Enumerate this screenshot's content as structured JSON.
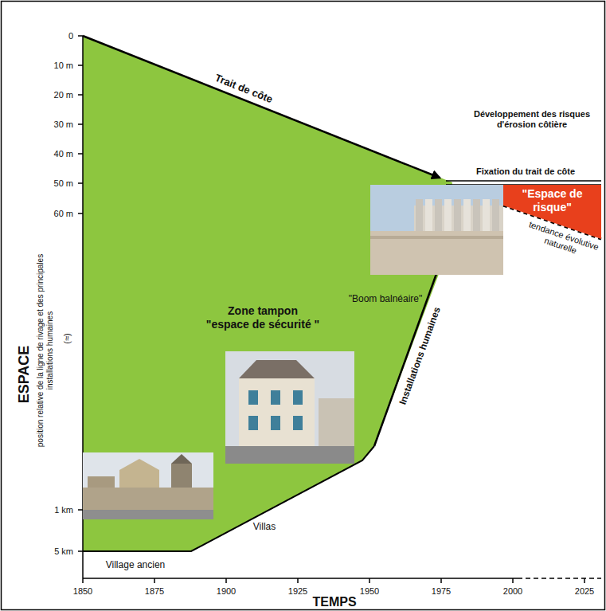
{
  "diagram": {
    "nodes": [
      {
        "text": [
          "Zone tampon",
          "\"espace de sécurité \""
        ]
      },
      {
        "text": [
          "\"Espace de risque\""
        ]
      }
    ],
    "labels": [
      "0",
      "10 m",
      "20 m",
      "30 m",
      "40 m",
      "50 m",
      "60 m",
      "(≈)",
      "1 km",
      "5 km",
      "1850",
      "1875",
      "1900",
      "1925",
      "1950",
      "1975",
      "2000",
      "2025",
      "ESPACE",
      "position relative de la ligne de rivage et des principales installations humaines",
      "TEMPS",
      "Trait de côte",
      "Développement des risques d'érosion côtière",
      "Fixation du trait de côte",
      "tendance évolutive naturelle",
      "\"Boom balnéaire\"",
      "Installations humaines",
      "Villas",
      "Village ancien"
    ]
  }
}
